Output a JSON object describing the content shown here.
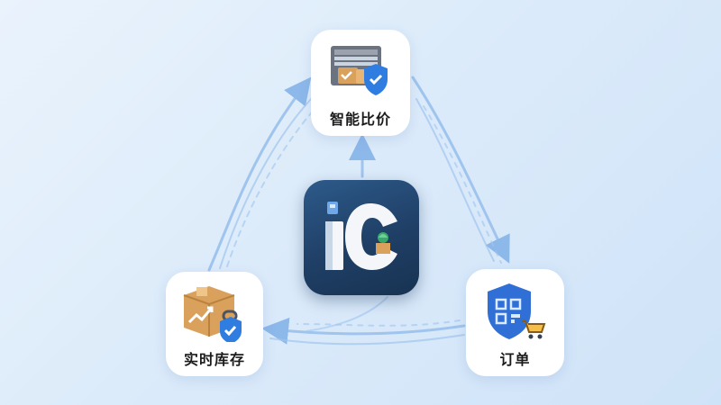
{
  "nodes": {
    "compare": {
      "label": "智能比价",
      "icon": "warehouse-shield-icon"
    },
    "inventory": {
      "label": "实时库存",
      "icon": "box-shield-icon"
    },
    "orders": {
      "label": "订单",
      "icon": "barcode-cart-icon"
    }
  },
  "center": {
    "icon": "ic-app-logo-icon"
  },
  "colors": {
    "flow": "#8db8ea",
    "logo_bg": "#1f3f66",
    "shield": "#2f7de1",
    "box": "#d9a15c"
  }
}
